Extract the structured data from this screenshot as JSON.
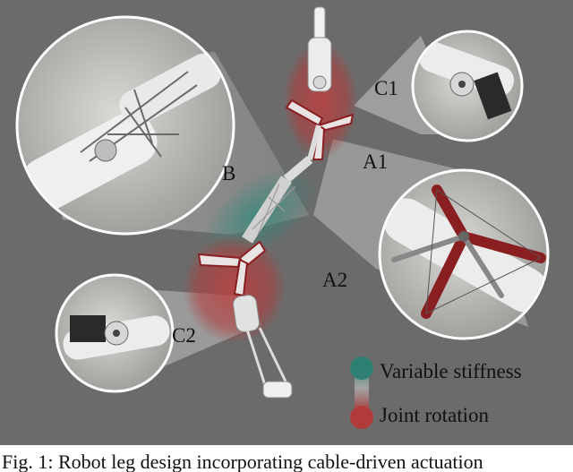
{
  "figure": {
    "labels": {
      "b": "B",
      "a1": "A1",
      "a2": "A2",
      "c1": "C1",
      "c2": "C2"
    },
    "legend": {
      "variable_stiffness": "Variable stiffness",
      "joint_rotation": "Joint rotation"
    },
    "colors": {
      "background": "#6b6b6b",
      "teal": "#2f7f72",
      "red": "#b23a3a",
      "leg_red": "#8a1f22",
      "white_part": "#eeeeee"
    }
  },
  "caption": {
    "text": "Fig. 1: Robot leg design incorporating cable-driven actuation"
  }
}
